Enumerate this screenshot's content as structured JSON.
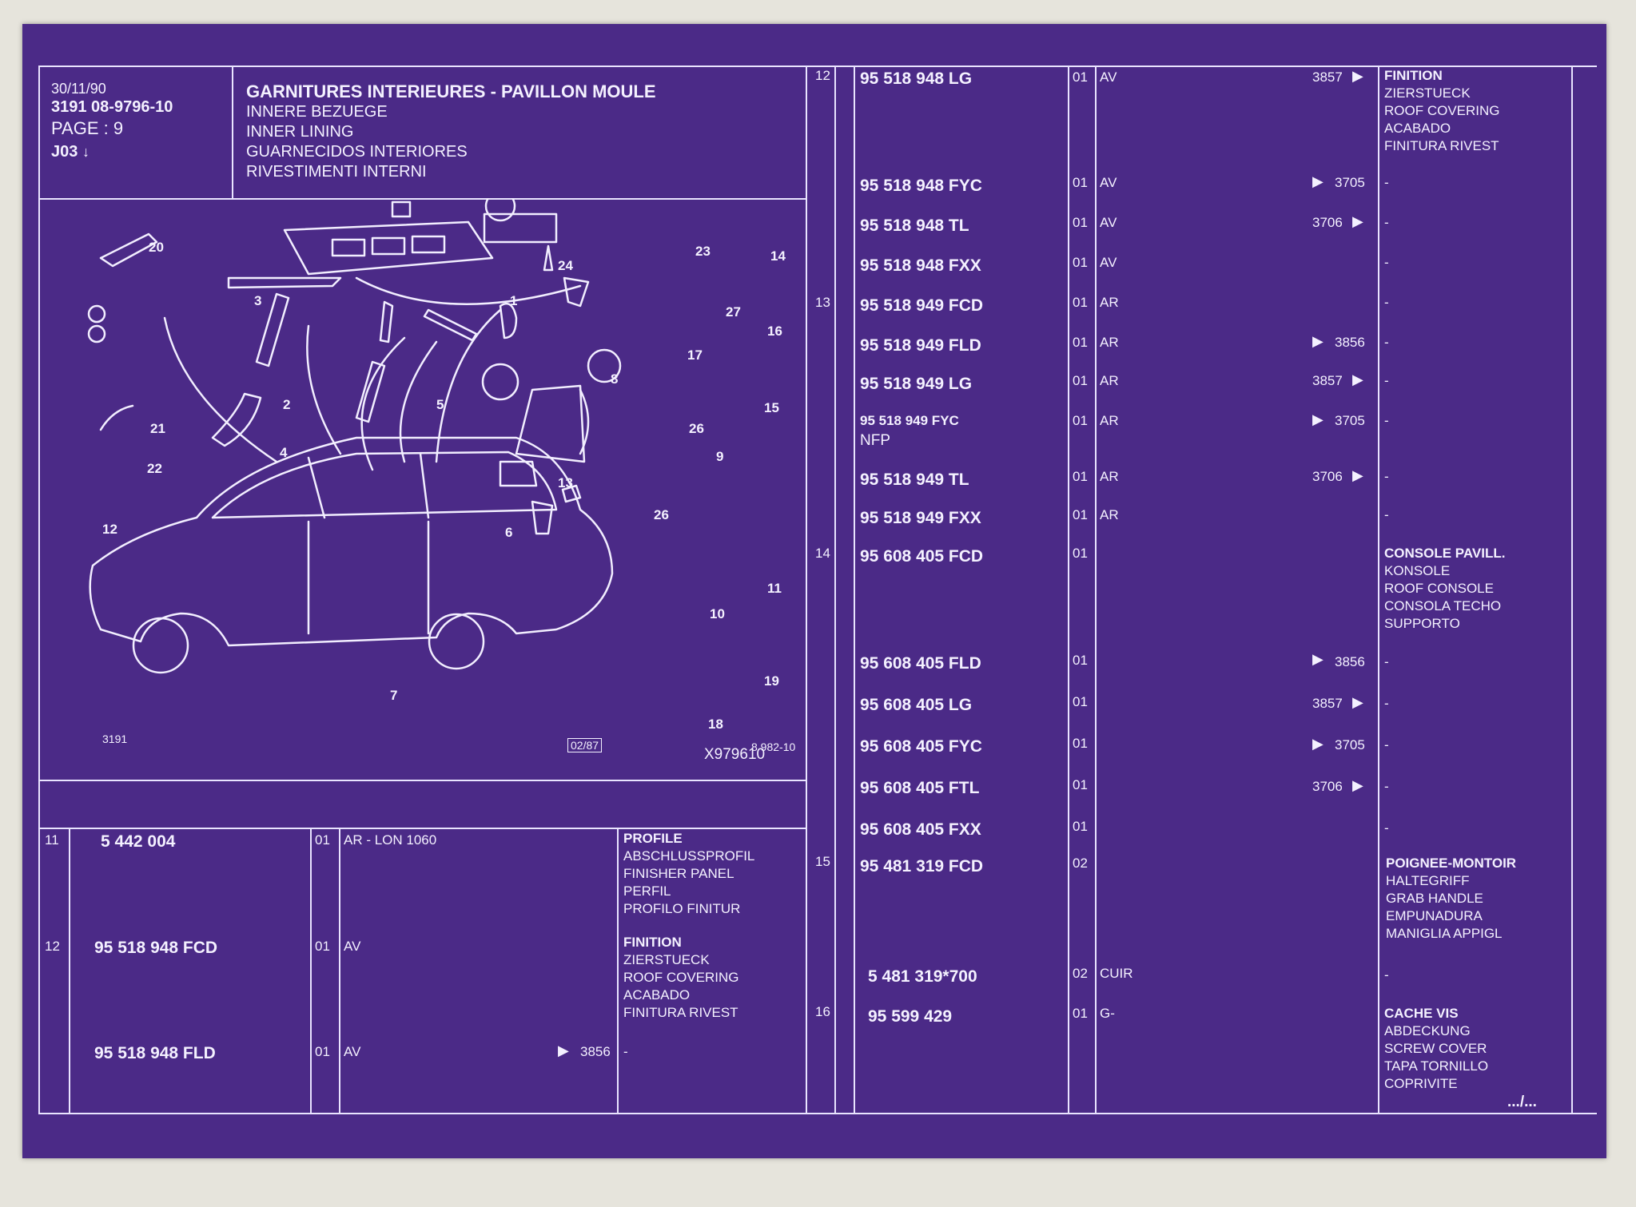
{
  "header": {
    "date": "30/11/90",
    "ref": "3191  08-9796-10",
    "page": "PAGE : 9",
    "code": "J03",
    "title_fr": "GARNITURES INTERIEURES - PAVILLON MOULE",
    "title_de": "INNERE BEZUEGE",
    "title_en": "INNER LINING",
    "title_es": "GUARNECIDOS INTERIORES",
    "title_it": "RIVESTIMENTI INTERNI"
  },
  "diagram": {
    "callouts": [
      "20",
      "3",
      "24",
      "23",
      "14",
      "1",
      "27",
      "16",
      "17",
      "2",
      "5",
      "8",
      "15",
      "21",
      "22",
      "4",
      "26",
      "9",
      "13",
      "26",
      "6",
      "12",
      "11",
      "10",
      "7",
      "19",
      "18"
    ],
    "model_code": "3191",
    "date_code": "02/87",
    "drawing_no": "8 982-10",
    "ref": "X979610"
  },
  "left_rows": [
    {
      "item": "11",
      "ref": "5 442 004",
      "qty": "01",
      "note": "AR - LON 1060",
      "code": "",
      "desc": [
        "PROFILE",
        "ABSCHLUSSPROFIL",
        "FINISHER PANEL",
        "PERFIL",
        "PROFILO FINITUR"
      ]
    },
    {
      "item": "12",
      "ref": "95 518 948 FCD",
      "qty": "01",
      "note": "AV",
      "code": "",
      "desc": [
        "FINITION",
        "ZIERSTUECK",
        "ROOF COVERING",
        "ACABADO",
        "FINITURA RIVEST"
      ]
    },
    {
      "item": "",
      "ref": "95 518 948 FLD",
      "qty": "01",
      "note": "AV",
      "code": "3856",
      "desc": [
        "-"
      ]
    }
  ],
  "right_rows": [
    {
      "item": "12",
      "ref": "95 518 948 LG",
      "qty": "01",
      "note": "AV",
      "code": "3857",
      "desc": [
        "FINITION",
        "ZIERSTUECK",
        "ROOF COVERING",
        "ACABADO",
        "FINITURA RIVEST"
      ]
    },
    {
      "item": "",
      "ref": "95 518 948 FYC",
      "qty": "01",
      "note": "AV",
      "code": "3705",
      "desc": [
        "-"
      ]
    },
    {
      "item": "",
      "ref": "95 518 948 TL",
      "qty": "01",
      "note": "AV",
      "code": "3706",
      "desc": [
        "-"
      ]
    },
    {
      "item": "",
      "ref": "95 518 948 FXX",
      "qty": "01",
      "note": "AV",
      "code": "",
      "desc": [
        "-"
      ]
    },
    {
      "item": "13",
      "ref": "95 518 949 FCD",
      "qty": "01",
      "note": "AR",
      "code": "",
      "desc": [
        "-"
      ]
    },
    {
      "item": "",
      "ref": "95 518 949 FLD",
      "qty": "01",
      "note": "AR",
      "code": "3856",
      "desc": [
        "-"
      ]
    },
    {
      "item": "",
      "ref": "95 518 949 LG",
      "qty": "01",
      "note": "AR",
      "code": "3857",
      "desc": [
        "-"
      ]
    },
    {
      "item": "",
      "ref": "95 518 949 FYC",
      "ref2": "NFP",
      "qty": "01",
      "note": "AR",
      "code": "3705",
      "desc": [
        "-"
      ]
    },
    {
      "item": "",
      "ref": "95 518 949 TL",
      "qty": "01",
      "note": "AR",
      "code": "3706",
      "desc": [
        "-"
      ]
    },
    {
      "item": "",
      "ref": "95 518 949 FXX",
      "qty": "01",
      "note": "AR",
      "code": "",
      "desc": [
        "-"
      ]
    },
    {
      "item": "14",
      "ref": "95 608 405 FCD",
      "qty": "01",
      "note": "",
      "code": "",
      "desc": [
        "CONSOLE PAVILL.",
        "KONSOLE",
        "ROOF CONSOLE",
        "CONSOLA TECHO",
        "SUPPORTO"
      ]
    },
    {
      "item": "",
      "ref": "95 608 405 FLD",
      "qty": "01",
      "note": "",
      "code": "3856",
      "desc": [
        "-"
      ]
    },
    {
      "item": "",
      "ref": "95 608 405 LG",
      "qty": "01",
      "note": "",
      "code": "3857",
      "desc": [
        "-"
      ]
    },
    {
      "item": "",
      "ref": "95 608 405 FYC",
      "qty": "01",
      "note": "",
      "code": "3705",
      "desc": [
        "-"
      ]
    },
    {
      "item": "",
      "ref": "95 608 405 FTL",
      "qty": "01",
      "note": "",
      "code": "3706",
      "desc": [
        "-"
      ]
    },
    {
      "item": "",
      "ref": "95 608 405 FXX",
      "qty": "01",
      "note": "",
      "code": "",
      "desc": [
        "-"
      ]
    },
    {
      "item": "15",
      "ref": "95 481 319 FCD",
      "qty": "02",
      "note": "",
      "code": "",
      "desc": [
        "POIGNEE-MONTOIR",
        "HALTEGRIFF",
        "GRAB HANDLE",
        "EMPUNADURA",
        "MANIGLIA APPIGL"
      ]
    },
    {
      "item": "",
      "ref": "5 481 319*700",
      "qty": "02",
      "note": "CUIR",
      "code": "",
      "desc": [
        "-"
      ]
    },
    {
      "item": "16",
      "ref": "95 599 429",
      "qty": "01",
      "note": "G-",
      "code": "",
      "desc": [
        "CACHE VIS",
        "ABDECKUNG",
        "SCREW COVER",
        "TAPA TORNILLO",
        "COPRIVITE"
      ]
    }
  ],
  "continuation": ".../..."
}
